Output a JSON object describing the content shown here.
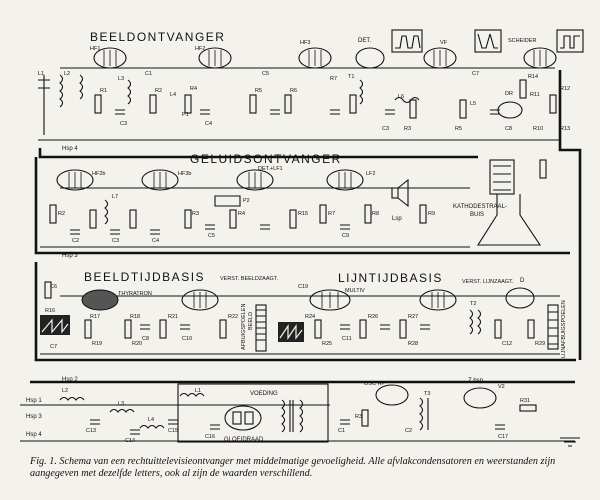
{
  "sections": {
    "beeldontvanger": "BEELDONTVANGER",
    "geluidsontvanger": "GELUIDSONTVANGER",
    "beeldtijdbasis": "BEELDTIJDBASIS",
    "lijntijdbasis": "LIJNTIJDBASIS"
  },
  "tube_labels": {
    "hf1": "HF1",
    "hf2": "HF2",
    "hf3": "HF3",
    "det": "DET.",
    "vf": "VF",
    "scheider": "SCHEIDER",
    "hf2b": "HF2b",
    "hf3b": "HF3b",
    "det_lf1": "DET.+LF1",
    "lf2": "LF2",
    "thyratron": "THYRATRON",
    "verst_beeldzaagt": "VERST. BEELDZAAGT.",
    "multiv": "MULTIV",
    "verst_lijnzaagt": "VERST. LIJNZAAGT.",
    "d": "D",
    "osc_hf": "OSC HF",
    "z_hsp": "Z hsp",
    "v2": "V2"
  },
  "block_labels": {
    "kathodestraalbuis": [
      "KATHODESTRAAL-",
      "BUIS"
    ],
    "afbuigspoelen_beeld": [
      "AFBUIGSPOELEN",
      "BEELD"
    ],
    "lijnafbuigspoelen": "LIJNAFBUIGSPOELEN",
    "voeding": "VOEDING",
    "gloeidraad": "GLOEIDRAAD",
    "lsp": "Lsp"
  },
  "bus_labels": [
    "Hsp 4",
    "Hsp 3",
    "Hsp 2",
    "Hsp 1",
    "Hsp 3",
    "Hsp 4"
  ],
  "component_labels": {
    "row1": [
      "L1",
      "L2",
      "L3",
      "C1",
      "R1",
      "R2",
      "C3",
      "L4",
      "C4",
      "R4",
      "P1",
      "R5",
      "C5",
      "R6",
      "R7",
      "T1",
      "L6",
      "R3",
      "C3",
      "R5",
      "L5",
      "C7",
      "R10",
      "R11",
      "R12",
      "R13",
      "R14",
      "DR",
      "C8"
    ],
    "row2": [
      "R2",
      "C2",
      "L7",
      "C3",
      "C4",
      "R3",
      "R4",
      "C5",
      "P2",
      "R15",
      "R7",
      "R8",
      "C9",
      "R9"
    ],
    "row3": [
      "C6",
      "R16",
      "R17",
      "C7",
      "R18",
      "C8",
      "R19",
      "R20",
      "R21",
      "R22",
      "C10",
      "C19",
      "R24",
      "R25",
      "C11",
      "R26",
      "R27",
      "C12",
      "R28",
      "R29",
      "T2"
    ],
    "row4": [
      "L2",
      "L1",
      "L3",
      "L4",
      "C13",
      "C14",
      "C15",
      "C16",
      "C1",
      "C2",
      "R3",
      "C17",
      "R31",
      "T3"
    ]
  },
  "caption": "Fig. 1. Schema van een rechtuittelevisieontvanger met middelmatige gevoeligheid. Alle afvlakcondensatoren en weerstanden zijn aangegeven met dezelfde letters, ook al zijn de waarden verschillend.",
  "colors": {
    "ink": "#111111",
    "paper": "#f4f2ec"
  }
}
